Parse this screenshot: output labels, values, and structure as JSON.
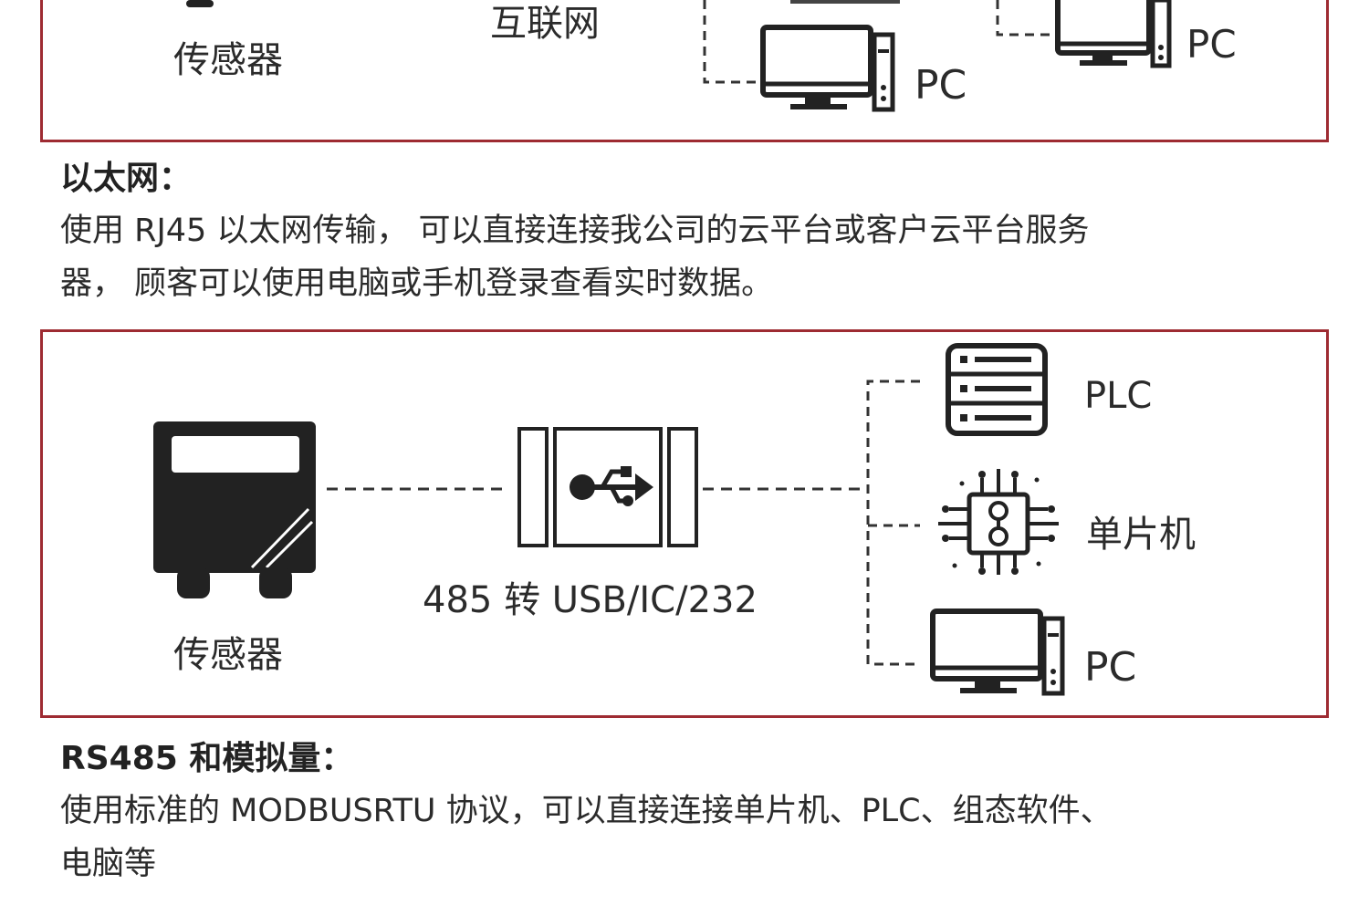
{
  "top_panel": {
    "sensor_label": "传感器",
    "internet_label": "互联网",
    "pc1_label": "PC",
    "pc2_label": "PC"
  },
  "ethernet": {
    "heading": "以太网：",
    "line1": "使用 RJ45 以太网传输， 可以直接连接我公司的云平台或客户云平台服务",
    "line2": "器， 顾客可以使用电脑或手机登录查看实时数据。"
  },
  "rs485_panel": {
    "sensor_label": "传感器",
    "converter_label": "485 转 USB/IC/232",
    "plc_label": "PLC",
    "mcu_label": "单片机",
    "pc_label": "PC"
  },
  "rs485": {
    "heading": "RS485 和模拟量：",
    "line1": "使用标准的 MODBUSRTU 协议，可以直接连接单片机、PLC、组态软件、",
    "line2": "电脑等"
  },
  "colors": {
    "frame": "#9e2b32",
    "icon": "#222222"
  }
}
